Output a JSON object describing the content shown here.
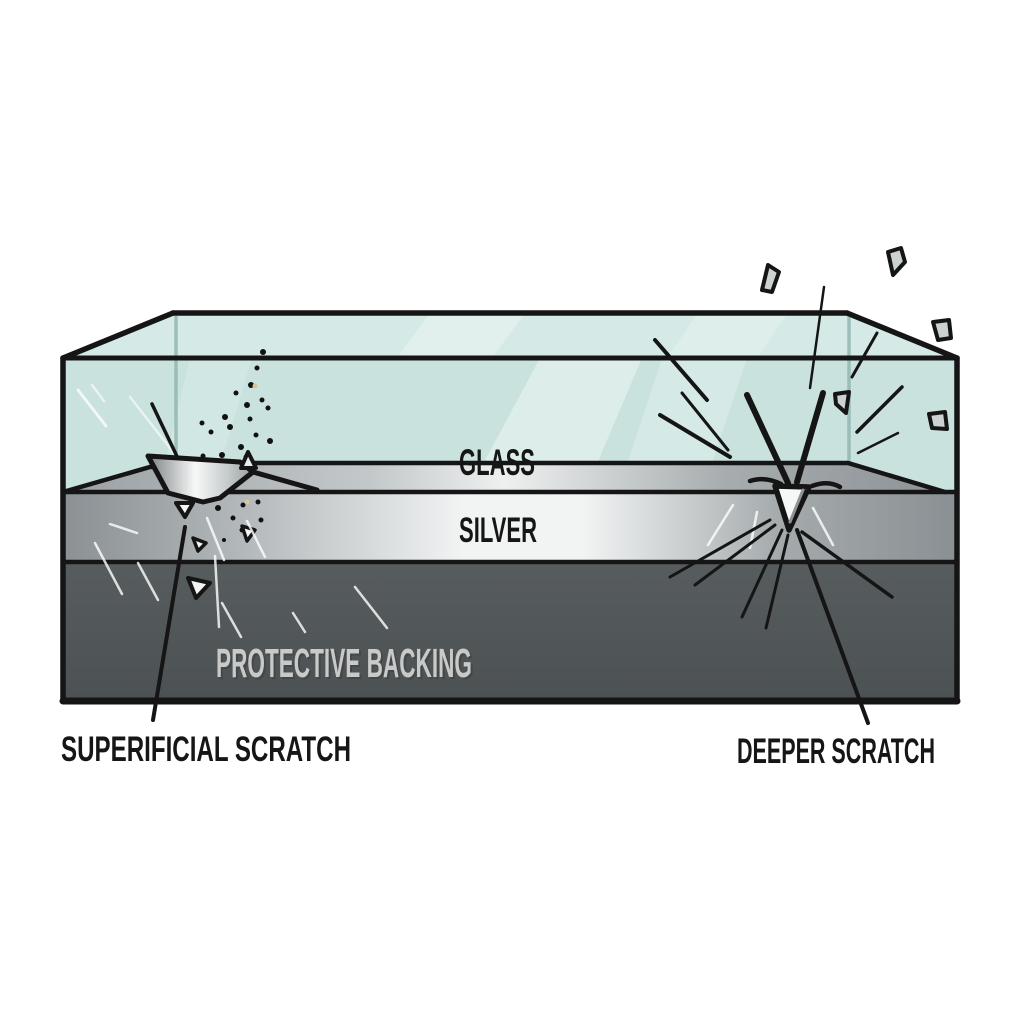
{
  "diagram": {
    "title_context": "mirror cross-section scratch diagram",
    "labels": {
      "glass": "GLASS",
      "silver": "SILVER",
      "backing": "PROTECTIVE BACKING",
      "superficial": "SUPERIFICIAL SCRATCH",
      "deeper": "DEEPER SCRATCH"
    },
    "colors": {
      "page_bg": "#ffffff",
      "glass_top": "#d5eae6",
      "glass_front": "#c9e2de",
      "glass_highlight": "#e4f2ef",
      "glass_bevel": "#8fb5b1",
      "silver_dark": "#8a9093",
      "silver_mid": "#b7bcbe",
      "silver_light": "#f2f4f4",
      "backing_top": "#575c5e",
      "backing_bottom": "#4c5153",
      "outline": "#151515",
      "label_dark": "#161616",
      "label_light": "#c9cac8",
      "shard_fill": "#ccd1d1",
      "debris_accent": "#d9c59c",
      "streak_white": "#ffffff"
    }
  }
}
